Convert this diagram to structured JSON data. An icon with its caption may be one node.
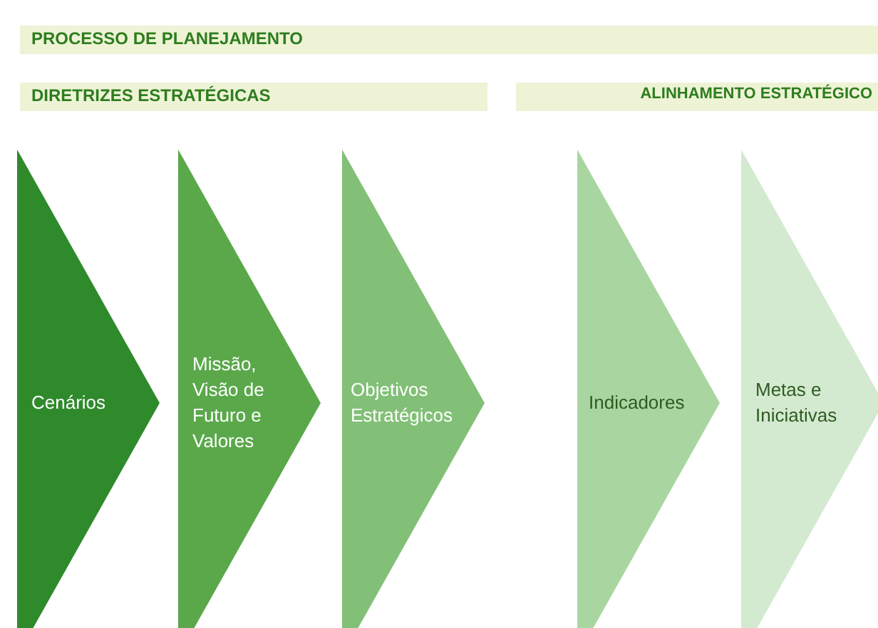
{
  "diagram": {
    "nodes": [
      {
        "text": [
          "PROCESSO DE PLANEJAMENTO"
        ]
      },
      {
        "text": [
          "DIRETRIZES ESTRATÉGICAS"
        ]
      },
      {
        "text": [
          "ALINHAMENTO ESTRATÉGICO"
        ]
      },
      {
        "text": [
          "Cenários"
        ]
      },
      {
        "text": [
          "Missão, Visão de Futuro e Valores"
        ]
      },
      {
        "text": [
          "Objetivos Estratégicos"
        ]
      },
      {
        "text": [
          "Indicadores"
        ]
      },
      {
        "text": [
          "Metas e Iniciativas"
        ]
      }
    ],
    "edges": []
  }
}
